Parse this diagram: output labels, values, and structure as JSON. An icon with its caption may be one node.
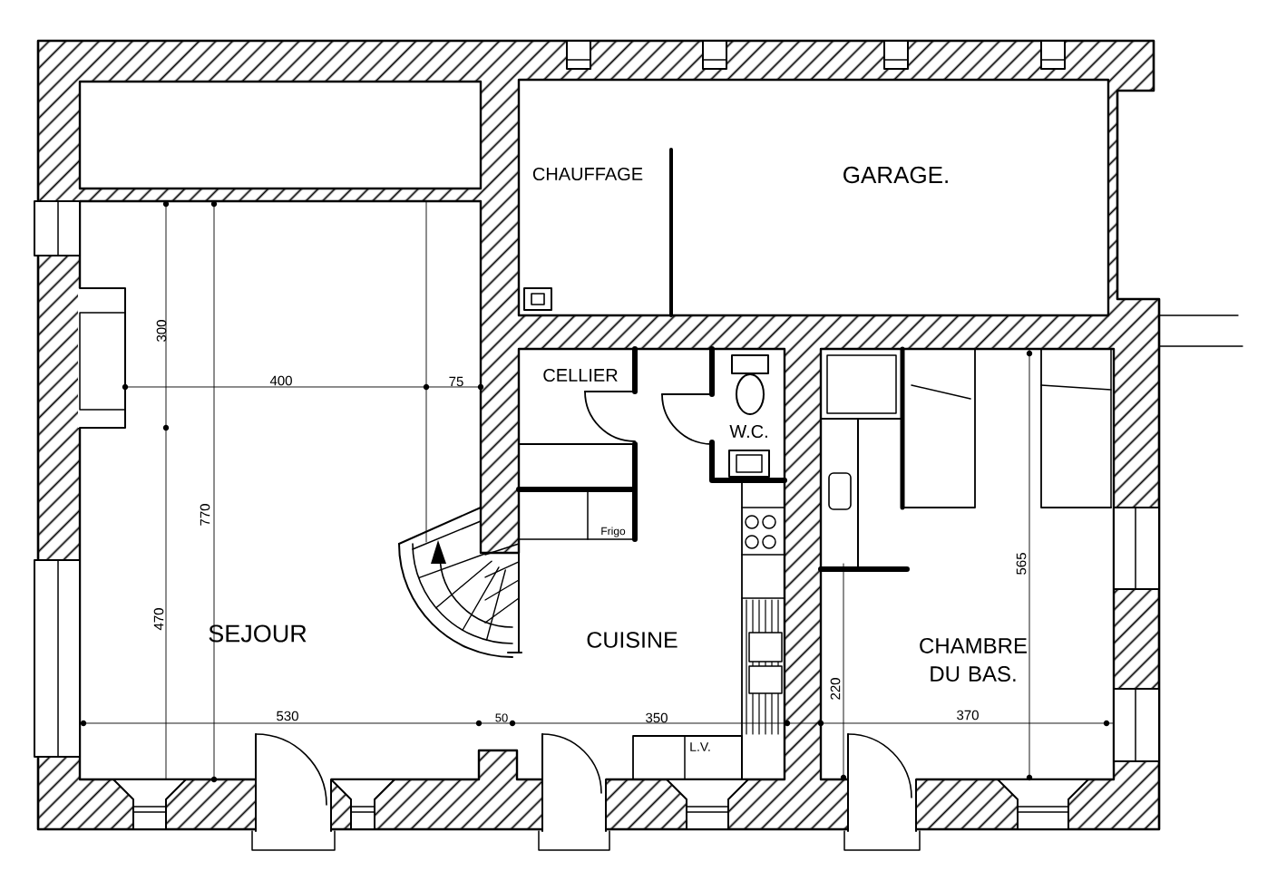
{
  "diagram": {
    "labels": [
      "CHAUFFAGE",
      "GARAGE.",
      "300",
      "CELLIER",
      "400",
      "75",
      "W.C.",
      "770",
      "Frigo",
      "565",
      "470",
      "SEJOUR",
      "CUISINE",
      "CHAMBRE DU BAS.",
      "220",
      "530",
      "50",
      "350",
      "370",
      "L.V."
    ]
  }
}
